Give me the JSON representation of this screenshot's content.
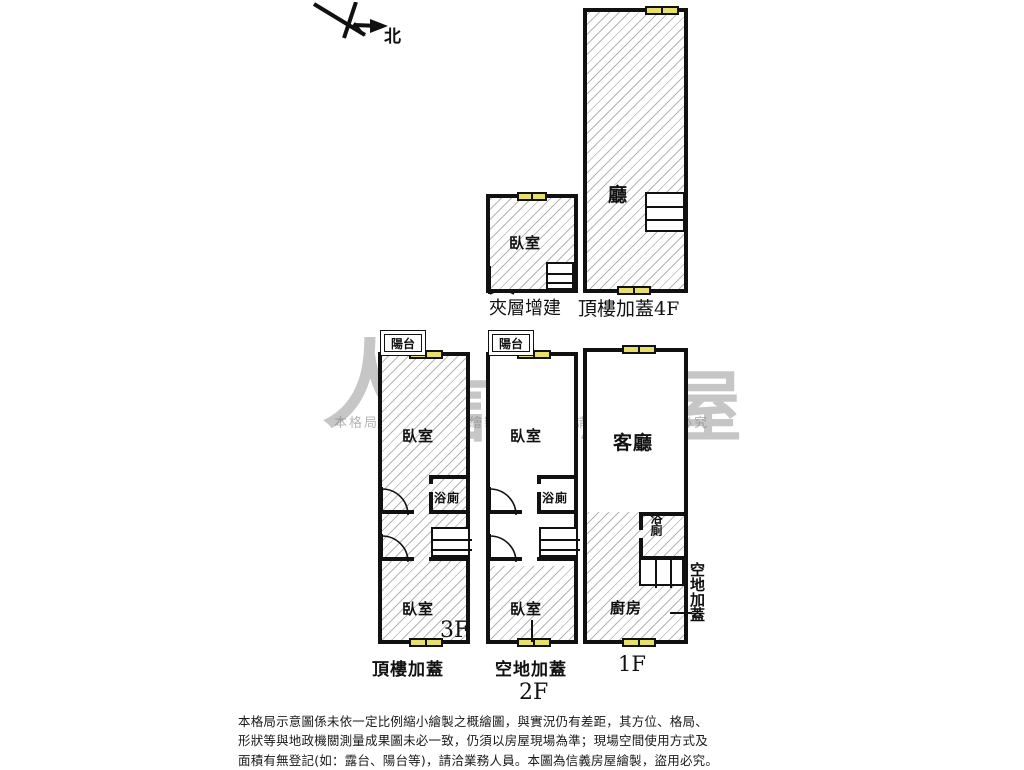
{
  "compass": {
    "label": "北",
    "icon": "north-arrow-icon"
  },
  "watermark": {
    "logo_mark": "人",
    "brand": "信義房屋",
    "notice": "本格局圖為信義房屋繪製，未經允許請勿盜用，違者必究"
  },
  "units": [
    {
      "id": "rooftop-4f",
      "floor_label": "頂樓加蓋4F",
      "rooms": [
        {
          "name": "廳"
        }
      ],
      "features": [
        "stairs",
        "window-top",
        "window-bottom"
      ]
    },
    {
      "id": "mezzanine",
      "floor_label": "夾層增建",
      "rooms": [
        {
          "name": "臥室"
        }
      ],
      "features": [
        "stairs",
        "door",
        "window-top"
      ]
    },
    {
      "id": "unit-3f",
      "floor_label": "3F",
      "caption": "頂樓加蓋",
      "balcony": "陽台",
      "rooms": [
        {
          "name": "臥室"
        },
        {
          "name": "浴廁"
        },
        {
          "name": "臥室"
        }
      ],
      "features": [
        "stairs",
        "doors",
        "window-top",
        "window-bottom"
      ]
    },
    {
      "id": "unit-2f",
      "floor_label": "2F",
      "caption": "空地加蓋",
      "balcony": "陽台",
      "rooms": [
        {
          "name": "臥室"
        },
        {
          "name": "浴廁"
        },
        {
          "name": "臥室"
        }
      ],
      "features": [
        "stairs",
        "doors",
        "window-top",
        "window-bottom"
      ]
    },
    {
      "id": "unit-1f",
      "floor_label": "1F",
      "side_caption": "空地加蓋",
      "rooms": [
        {
          "name": "客廳"
        },
        {
          "name": "浴廁"
        },
        {
          "name": "廚房"
        }
      ],
      "features": [
        "stairs",
        "window-top",
        "window-bottom"
      ]
    }
  ],
  "labels": {
    "hall_4f": "廳",
    "bedroom": "臥室",
    "bathroom": "浴廁",
    "living": "客廳",
    "kitchen": "廚房",
    "balcony": "陽台",
    "floor_4f": "頂樓加蓋4F",
    "mezzanine": "夾層增建",
    "floor_3f": "3F",
    "cap_3f": "頂樓加蓋",
    "floor_2f": "2F",
    "cap_2f": "空地加蓋",
    "floor_1f": "1F",
    "cap_1f": "空地加蓋"
  },
  "disclaimer": {
    "line1": "本格局示意圖係未依一定比例縮小繪製之概繪圖，與實況仍有差距，其方位、格局、",
    "line2": "形狀等與地政機關測量成果圖未必一致，仍須以房屋現場為準；現場空間使用方式及",
    "line3": "面積有無登記(如：露台、陽台等)，請洽業務人員。本圖為信義房屋繪製，盜用必究。"
  },
  "colors": {
    "wall": "#111111",
    "window": "#e8e06a",
    "hatch": "#787878",
    "background": "#ffffff",
    "watermark": "#787878"
  }
}
